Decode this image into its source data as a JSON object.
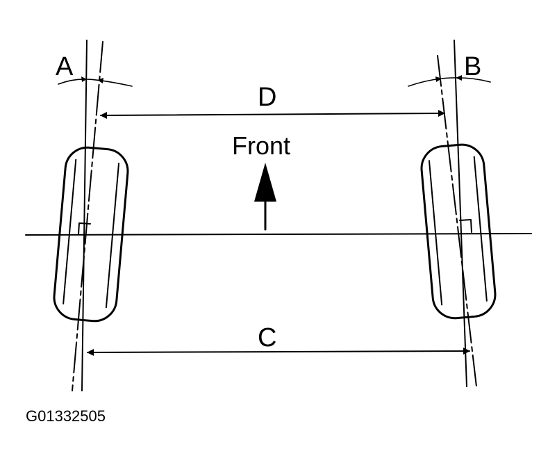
{
  "labels": {
    "a": "A",
    "b": "B",
    "c": "C",
    "d": "D",
    "front": "Front",
    "figure_code": "G01332505"
  },
  "colors": {
    "ink": "#000000",
    "background": "#ffffff"
  }
}
